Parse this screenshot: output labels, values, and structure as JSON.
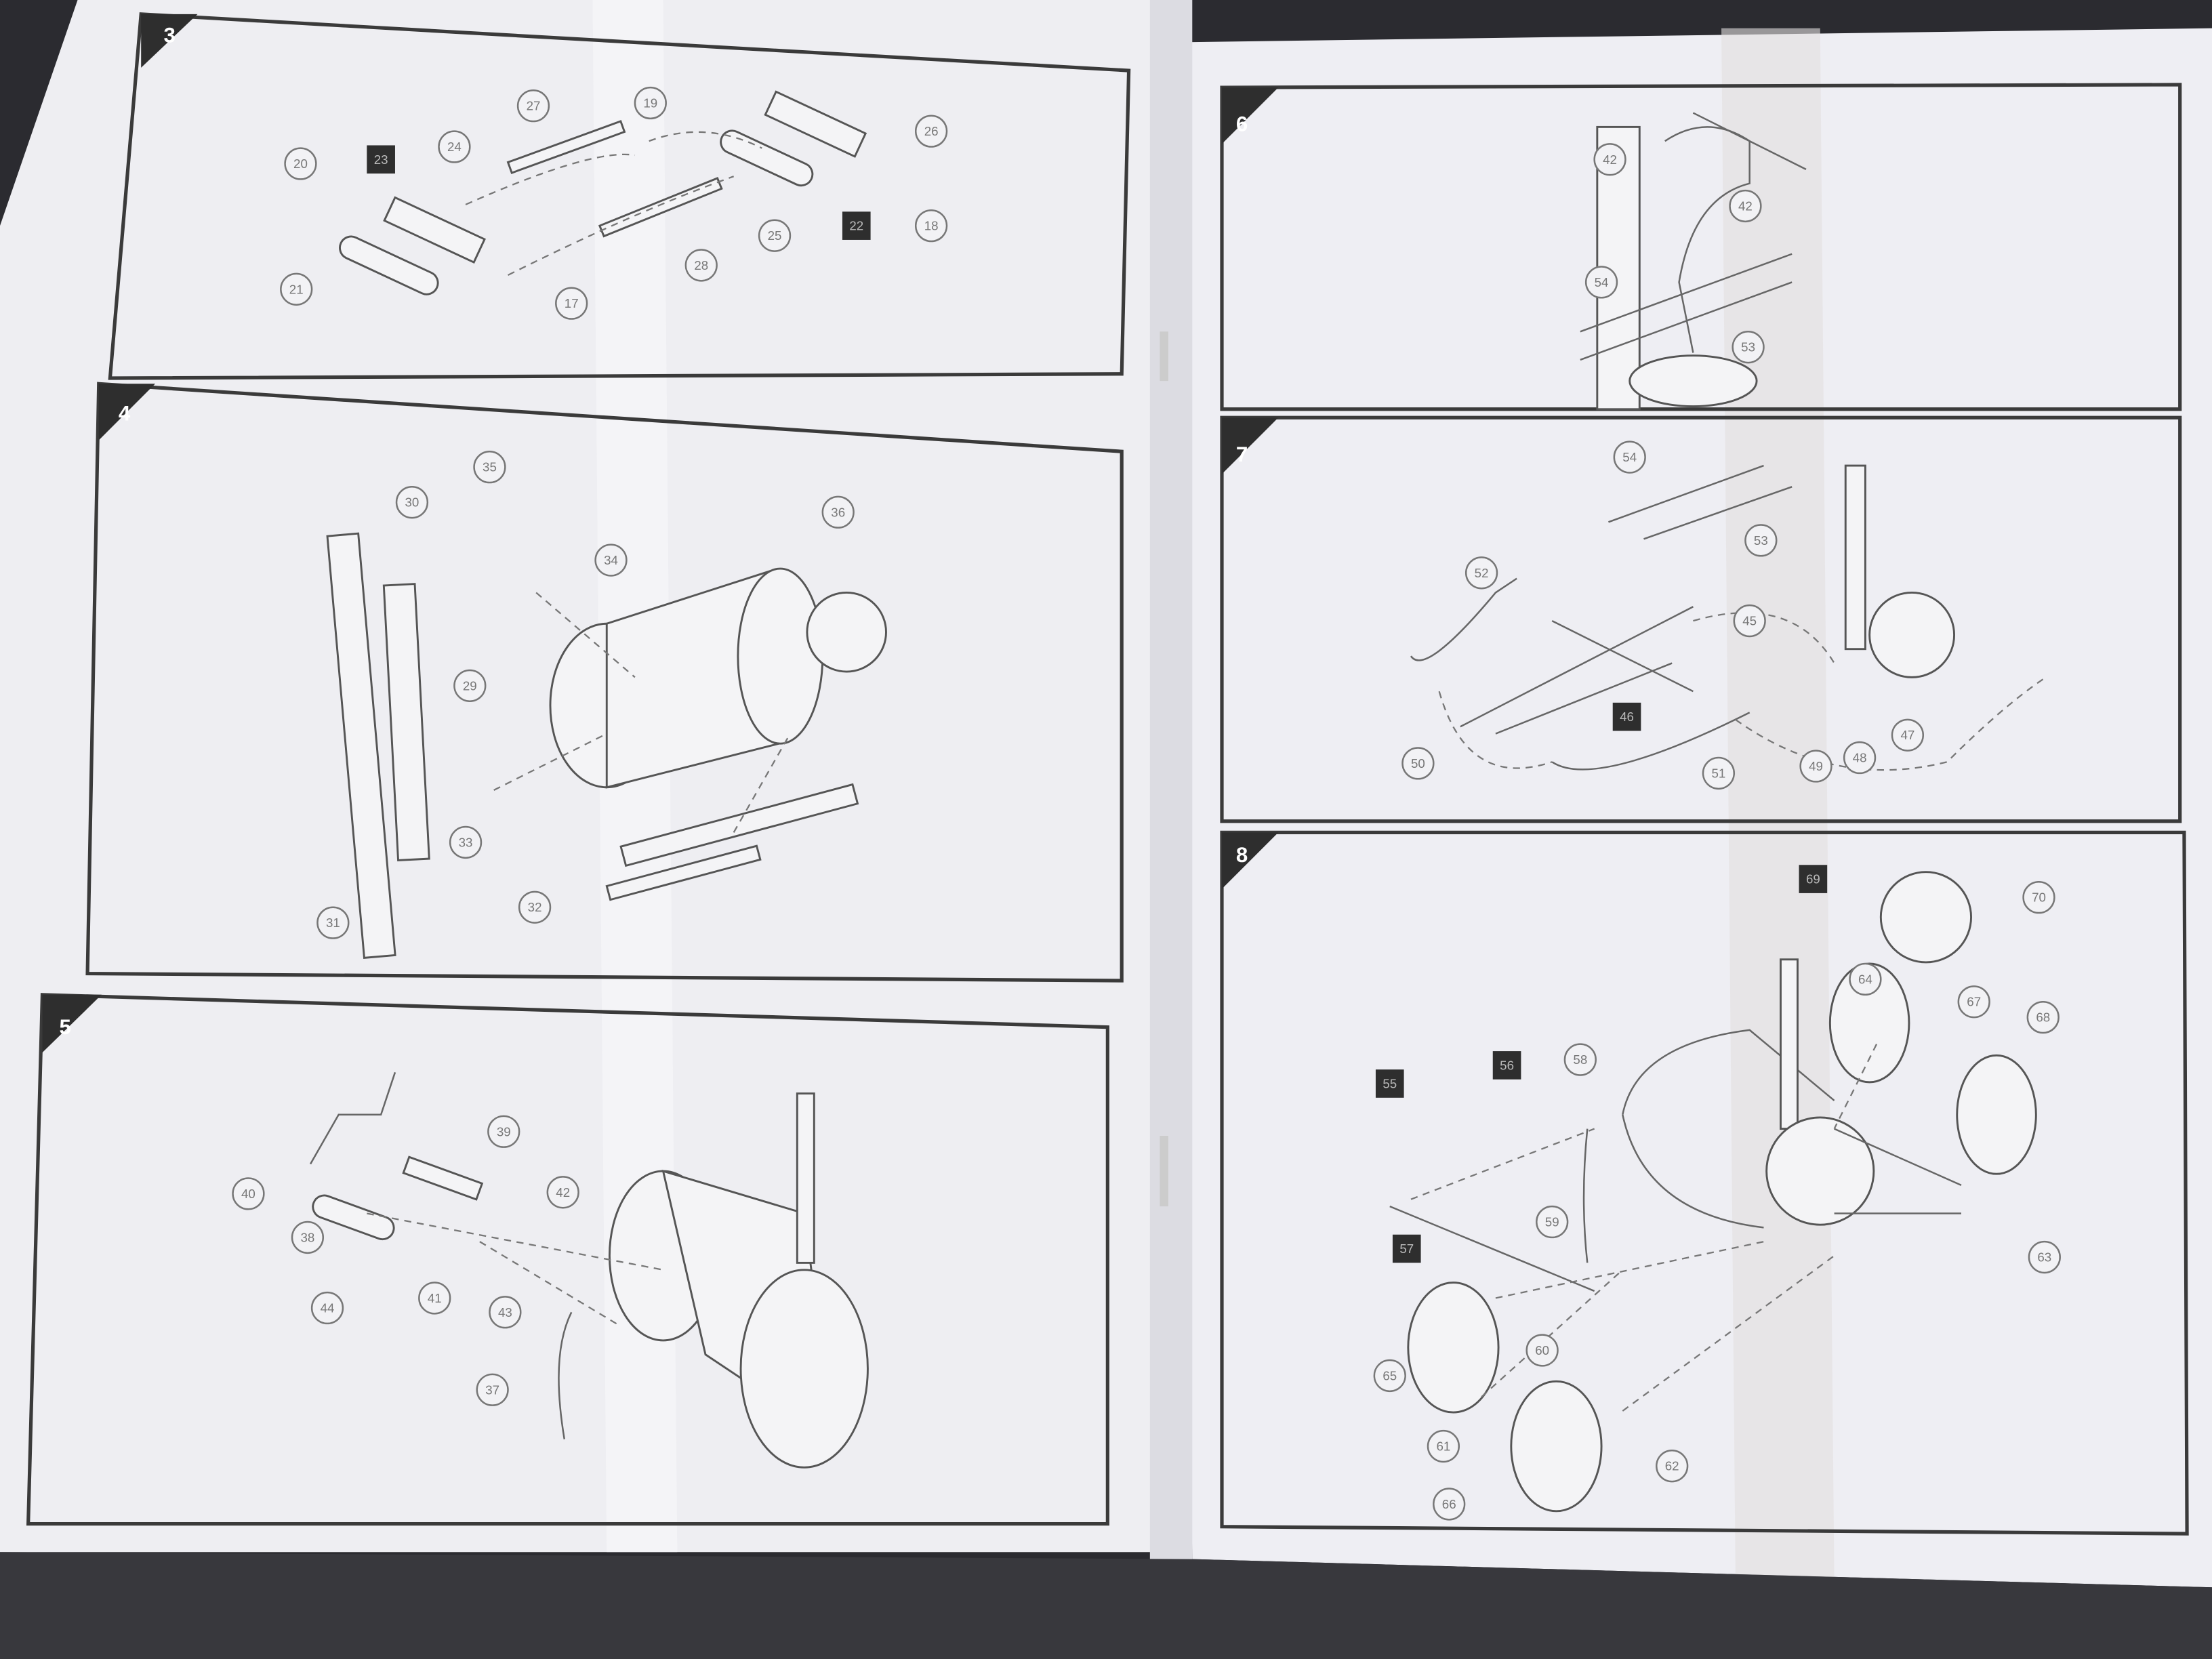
{
  "booklet": {
    "steps": [
      {
        "number": "3",
        "callouts": [
          "20",
          "23",
          "24",
          "27",
          "19",
          "26",
          "25",
          "22",
          "18",
          "28",
          "21",
          "17"
        ]
      },
      {
        "number": "4",
        "callouts": [
          "35",
          "30",
          "34",
          "36",
          "29",
          "31",
          "33",
          "32"
        ]
      },
      {
        "number": "5",
        "callouts": [
          "39",
          "40",
          "38",
          "42",
          "41",
          "43",
          "44",
          "37"
        ]
      },
      {
        "number": "6",
        "callouts": [
          "42",
          "42",
          "54",
          "53"
        ]
      },
      {
        "number": "7",
        "callouts": [
          "54",
          "53",
          "52",
          "45",
          "46",
          "47",
          "48",
          "49",
          "50",
          "51"
        ]
      },
      {
        "number": "8",
        "callouts": [
          "69",
          "70",
          "64",
          "67",
          "68",
          "63",
          "58",
          "55",
          "56",
          "57",
          "59",
          "60",
          "65",
          "61",
          "62",
          "66"
        ]
      }
    ]
  },
  "colors": {
    "paper": "#f1f1f4",
    "border": "#3a3a3a",
    "badge": "#2e2e2e",
    "background": "#2a2a2e"
  }
}
